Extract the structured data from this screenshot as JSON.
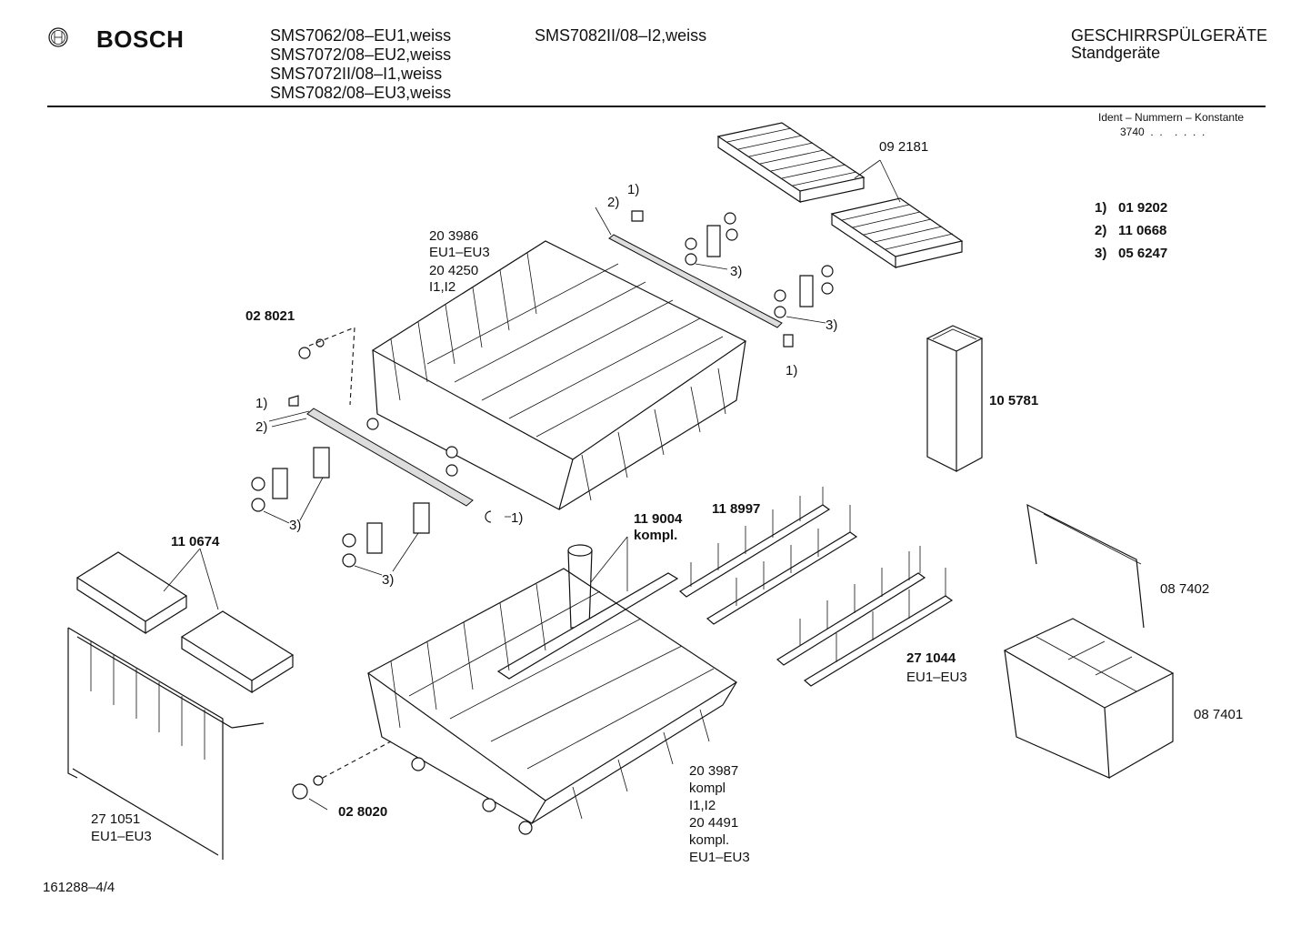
{
  "header": {
    "brand": "BOSCH",
    "models_col1": [
      "SMS7062/08–EU1,weiss",
      "SMS7072/08–EU2,weiss",
      "SMS7072II/08–I1,weiss",
      "SMS7082/08–EU3,weiss"
    ],
    "models_col2": [
      "SMS7082II/08–I2,weiss"
    ],
    "category": "GESCHIRRSPÜLGERÄTE",
    "subcategory": "Standgeräte",
    "ident_title": "Ident – Nummern – Konstante",
    "ident_value": "3740  .  .    .  .  .  ."
  },
  "legend": [
    {
      "key": "1)",
      "value": "01 9202"
    },
    {
      "key": "2)",
      "value": "11 0668"
    },
    {
      "key": "3)",
      "value": "05 6247"
    }
  ],
  "labels": {
    "p092181": "09 2181",
    "p203986": "20 3986",
    "p203986_var": "EU1–EU3",
    "p204250": "20 4250",
    "p204250_var": "I1,I2",
    "p028021": "02 8021",
    "p105781": "10 5781",
    "p110674": "11 0674",
    "p119004": "11 9004",
    "p119004_sub": "kompl.",
    "p118997": "11 8997",
    "p087402": "08 7402",
    "p271044": "27 1044",
    "p271044_var": "EU1–EU3",
    "p087401": "08 7401",
    "p028020": "02 8020",
    "p271051": "27 1051",
    "p271051_var": "EU1–EU3",
    "p203987": "20 3987",
    "p203987_sub": "kompl",
    "p203987_var": "I1,I2",
    "p204491": "20 4491",
    "p204491_sub": "kompl.",
    "p204491_var": "EU1–EU3",
    "c1a": "1)",
    "c2a": "2)",
    "c3a": "3)",
    "c3b": "3)",
    "c1b": "1)",
    "c1c": "1)",
    "c2b": "2)",
    "c1d": "1)",
    "c3c": "3)",
    "c3d": "3)"
  },
  "footer": {
    "sheet": "161288–4/4"
  }
}
